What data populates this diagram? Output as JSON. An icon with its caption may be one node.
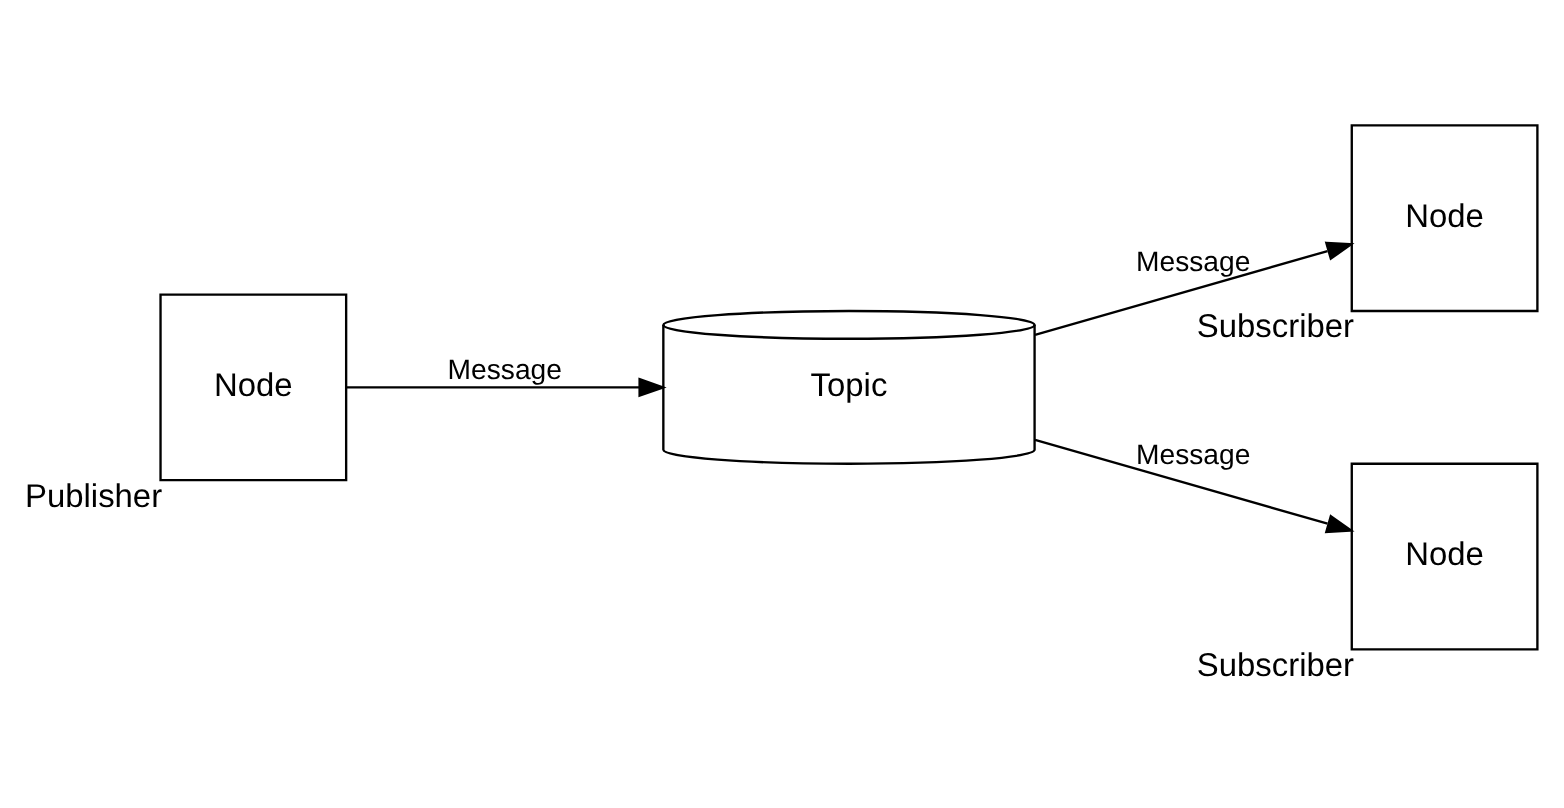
{
  "diagram": {
    "nodes": [
      {
        "text": [
          "Node"
        ],
        "beside": [
          "Publisher"
        ]
      },
      {
        "text": [
          "Topic"
        ]
      },
      {
        "text": [
          "Node"
        ],
        "beside": [
          "Subscriber"
        ]
      },
      {
        "text": [
          "Node"
        ],
        "beside": [
          "Subscriber"
        ]
      }
    ],
    "edges": [
      {
        "from": 0,
        "to": 1,
        "arrow": "to",
        "label": "Message"
      },
      {
        "from": 1,
        "to": 2,
        "arrow": "to",
        "label": "Message"
      },
      {
        "from": 1,
        "to": 3,
        "arrow": "to",
        "label": "Message"
      }
    ]
  }
}
